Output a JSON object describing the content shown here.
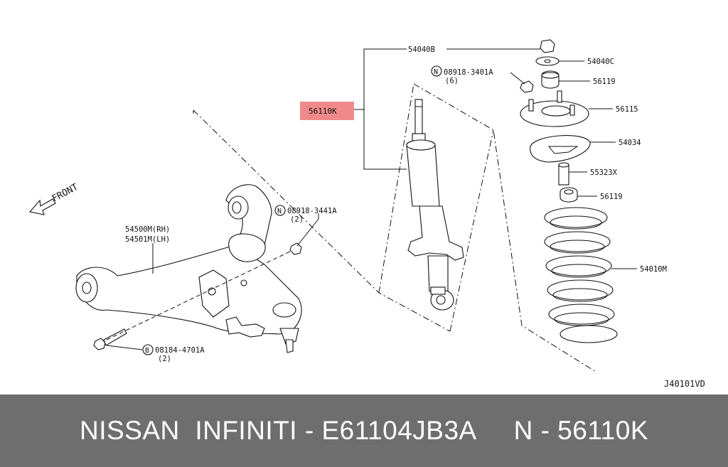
{
  "diagram": {
    "direction_label": "FRONT",
    "callouts": {
      "strut_assembly": "56110K",
      "mount_nut": "54040B",
      "washer": "54040C",
      "nut_08918_3401A": "08918-3401A",
      "nut_08918_3401A_qty": "(6)",
      "bushing_upper": "56119",
      "mount_insulator": "56115",
      "spring_seat": "54034",
      "bound_bumper": "55323X",
      "bushing_lower": "56119",
      "coil_spring": "54010M",
      "lower_arm_rh": "54500M(RH)",
      "lower_arm_lh": "54501M(LH)",
      "nut_08918_3441A": "08918-3441A",
      "nut_08918_3441A_qty": "(2)",
      "bolt_08184_4701A": "08184-4701A",
      "bolt_08184_4701A_qty": "(2)",
      "diagram_code": "J40101VD"
    },
    "circle_marks": {
      "nut": "N",
      "bolt": "B"
    },
    "highlight_color": "#f08a8a"
  },
  "footer": {
    "text": "NISSAN  INFINITI - E61104JB3A     N - 56110K"
  }
}
